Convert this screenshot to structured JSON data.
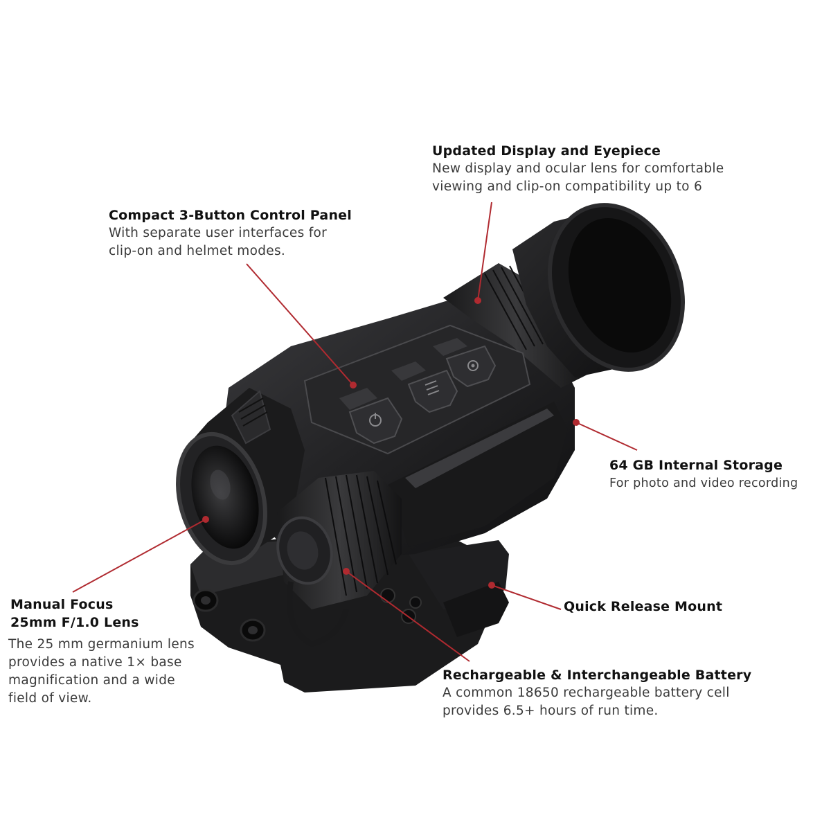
{
  "colors": {
    "accent": "#b02a30",
    "device_body": "#1f1f21",
    "device_highlight": "#3a3a3d",
    "background": "#ffffff"
  },
  "callouts": {
    "display": {
      "title": "Updated Display and Eyepiece",
      "lines": [
        "New display and ocular lens for comfortable",
        "viewing and clip-on compatibility up to 6"
      ]
    },
    "controls": {
      "title": "Compact 3-Button Control Panel",
      "lines": [
        "With separate user interfaces for",
        "clip-on and helmet modes."
      ]
    },
    "storage": {
      "title": "64 GB Internal Storage",
      "lines": [
        "For photo and video recording"
      ]
    },
    "lens": {
      "title_lines": [
        "Manual Focus",
        "25mm F/1.0 Lens"
      ],
      "lines": [
        "The 25 mm germanium lens",
        "provides a native 1× base",
        "magnification and a wide",
        "field of view."
      ]
    },
    "mount": {
      "title": "Quick Release Mount"
    },
    "battery": {
      "title": "Rechargeable & Interchangeable Battery",
      "lines": [
        "A common 18650 rechargeable battery cell",
        "provides 6.5+ hours of run time."
      ]
    }
  },
  "device": {
    "buttons": [
      "power-icon",
      "menu-icon",
      "camera-icon"
    ]
  }
}
